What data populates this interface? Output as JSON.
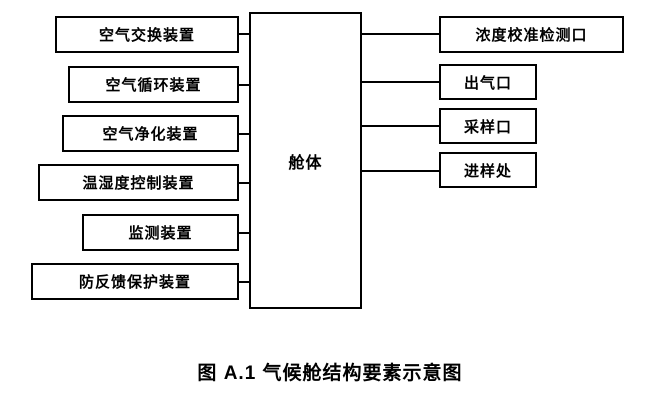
{
  "figure": {
    "caption": "图 A.1   气候舱结构要素示意图",
    "center_box": {
      "label": "舱体"
    },
    "left_boxes": [
      {
        "label": "空气交换装置"
      },
      {
        "label": "空气循环装置"
      },
      {
        "label": "空气净化装置"
      },
      {
        "label": "温湿度控制装置"
      },
      {
        "label": "监测装置"
      },
      {
        "label": "防反馈保护装置"
      }
    ],
    "right_boxes": [
      {
        "label": "浓度校准检测口"
      },
      {
        "label": "出气口"
      },
      {
        "label": "采样口"
      },
      {
        "label": "进样处"
      }
    ],
    "colors": {
      "stroke": "#000000",
      "fill": "#ffffff",
      "text": "#000000"
    }
  }
}
